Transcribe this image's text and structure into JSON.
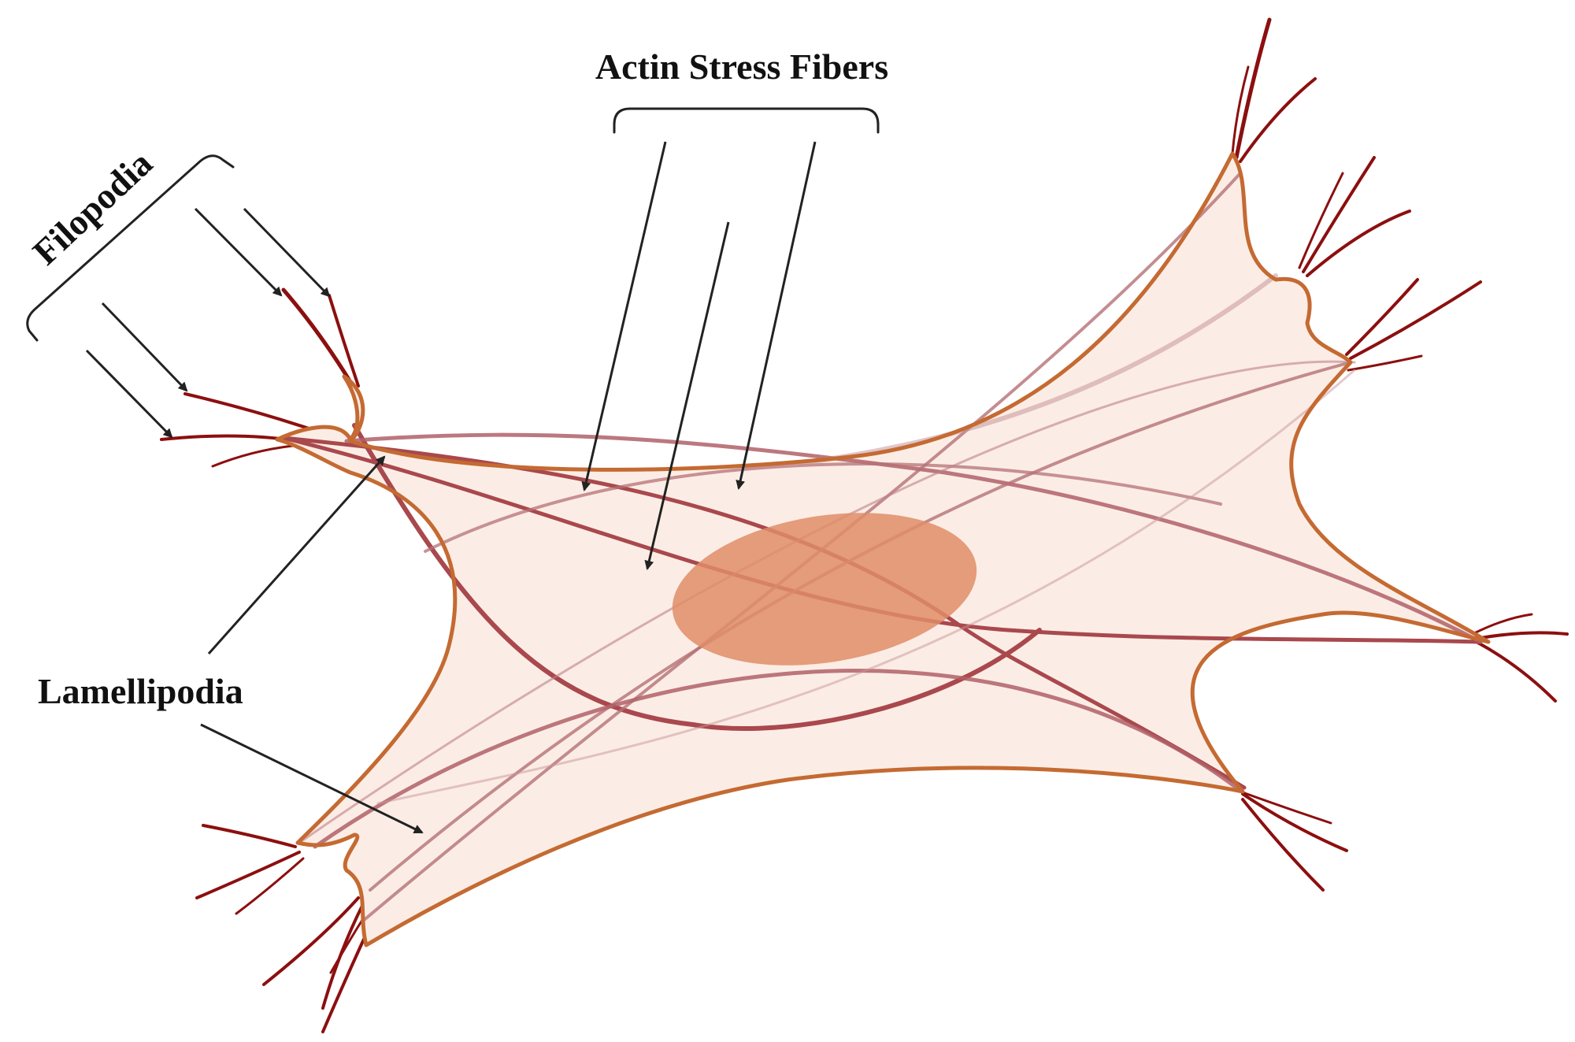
{
  "labels": {
    "actin_stress_fibers": "Actin Stress Fibers",
    "filopodia": "Filopodia",
    "lamellipodia": "Lamellipodia"
  },
  "colors": {
    "cell_fill": "#fbede5",
    "cell_outline": "#c46a32",
    "nucleus": "#df8d68",
    "stress_fiber": "#a9484d",
    "filopodium": "#8c0f0f",
    "arrow": "#222222"
  }
}
